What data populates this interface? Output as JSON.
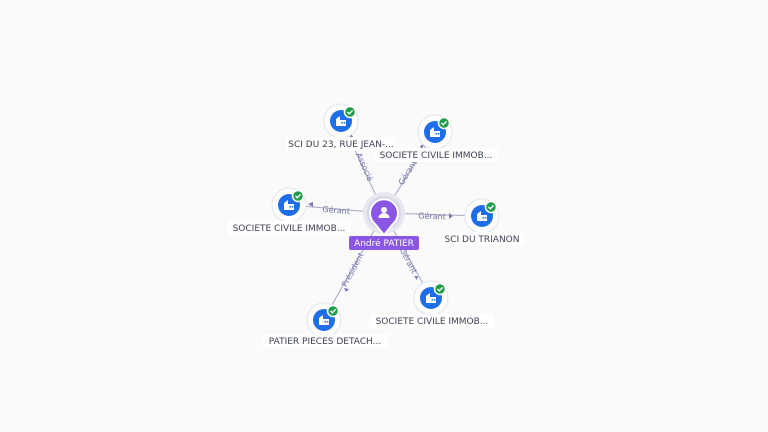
{
  "center": {
    "label": "André PATIER",
    "icon": "person-icon",
    "color": "#8a56e6"
  },
  "companies": [
    {
      "id": "sci-du-23",
      "label": "SCI DU 23, RUE JEAN-...",
      "relation": "Associé",
      "verified": true
    },
    {
      "id": "sci-immob-top-right",
      "label": "SOCIETE CIVILE IMMOB...",
      "relation": "Gérant",
      "verified": true
    },
    {
      "id": "sci-immob-left",
      "label": "SOCIETE CIVILE IMMOB...",
      "relation": "Gérant",
      "verified": true
    },
    {
      "id": "sci-du-trianon",
      "label": "SCI DU TRIANON",
      "relation": "Gérant",
      "verified": true
    },
    {
      "id": "patier-pieces",
      "label": "PATIER PIECES DETACH...",
      "relation": "Président",
      "verified": true
    },
    {
      "id": "sci-immob-bottom-right",
      "label": "SOCIETE CIVILE IMMOB...",
      "relation": "Gérant",
      "verified": true
    }
  ],
  "icons": {
    "company": "building-icon",
    "verified": "check-icon"
  },
  "colors": {
    "company_node": "#1f6ee8",
    "verified_badge": "#1e9e4a",
    "edge": "#a5a7c0",
    "edge_label": "#6e6fa8"
  }
}
